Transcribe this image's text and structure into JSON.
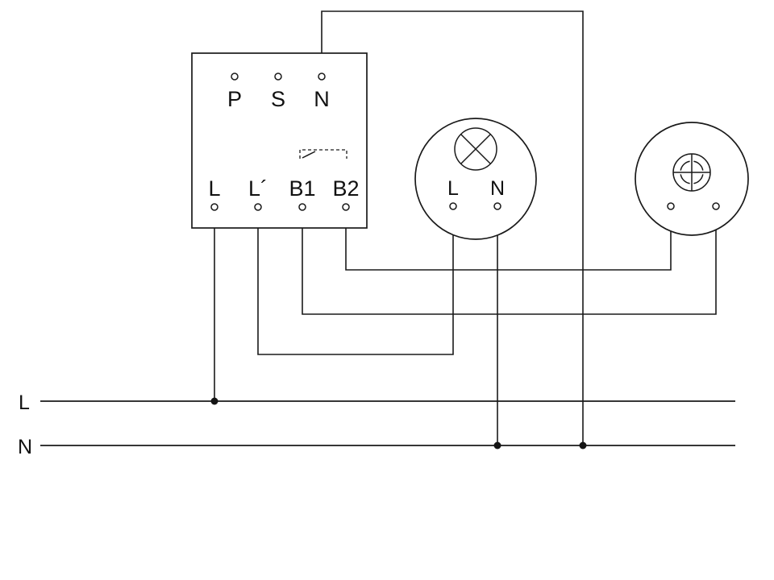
{
  "colors": {
    "line": "#1a1a1a",
    "background": "#ffffff"
  },
  "device": {
    "top_terminals": [
      "P",
      "S",
      "N"
    ],
    "bottom_terminals": [
      "L",
      "L´",
      "B1",
      "B2"
    ],
    "relay_icon": "relay-contact-icon"
  },
  "lamp": {
    "icon": "lamp-icon",
    "terminals": [
      "L",
      "N"
    ]
  },
  "sensor": {
    "icon": "pir-sensor-icon"
  },
  "supply": {
    "line_label": "L",
    "neutral_label": "N"
  }
}
